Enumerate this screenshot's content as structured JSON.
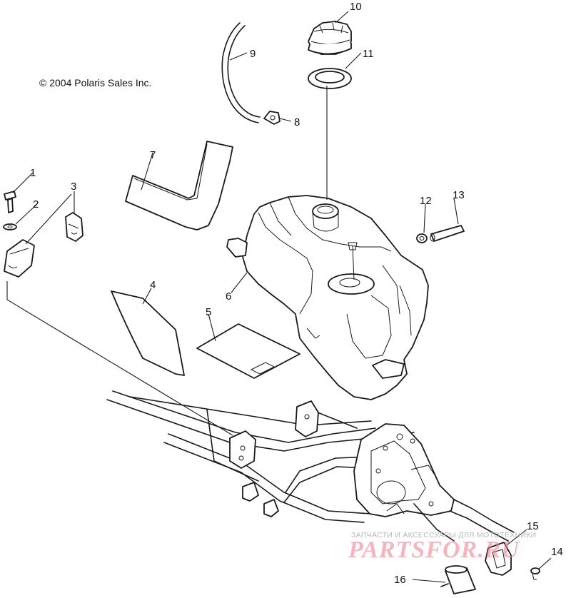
{
  "copyright": "© 2004 Polaris Sales Inc.",
  "callouts": [
    "1",
    "2",
    "3",
    "4",
    "5",
    "6",
    "7",
    "8",
    "9",
    "10",
    "11",
    "12",
    "13",
    "14",
    "15",
    "16"
  ],
  "watermark": {
    "tagline": "ЗАПЧАСТИ И АКСЕССУАРЫ ДЛЯ МОТОТЕХНИКИ",
    "logo": "PARTSFOR.RU"
  }
}
